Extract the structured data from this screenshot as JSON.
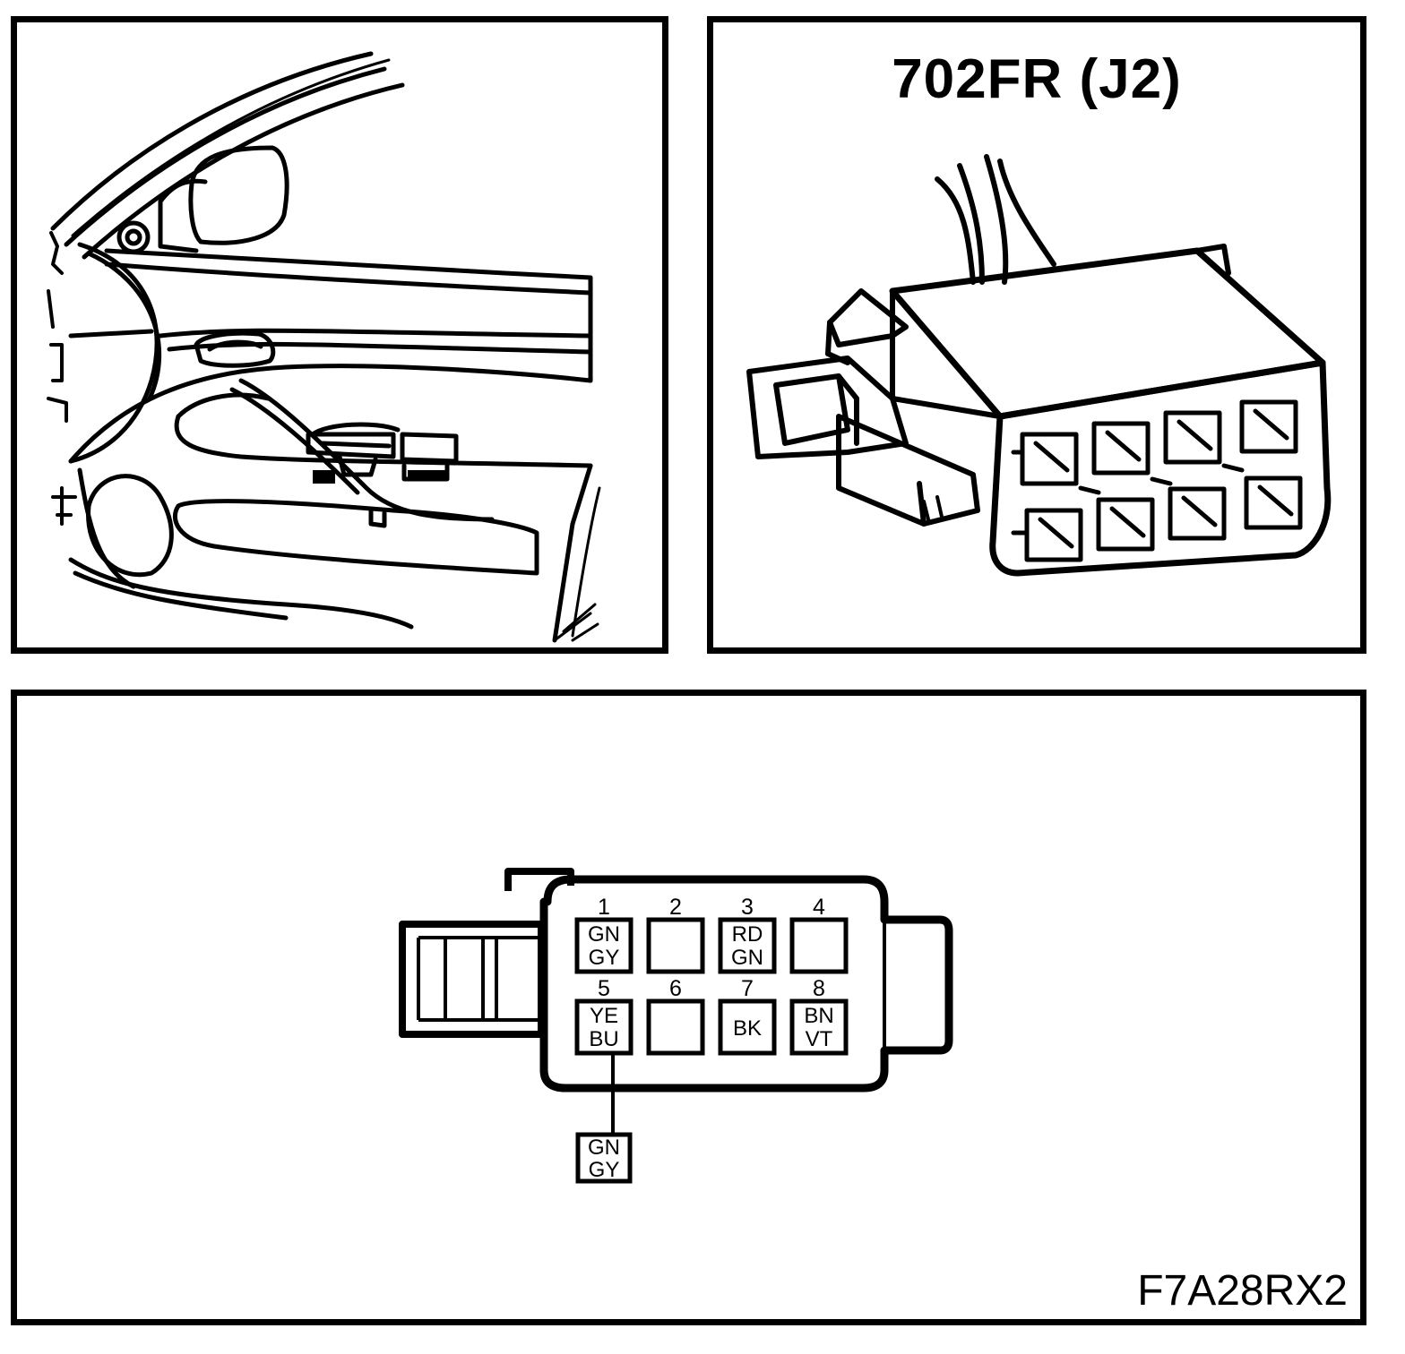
{
  "connector": {
    "title": "702FR (J2)"
  },
  "pinout": {
    "pins": [
      {
        "number": "1",
        "wire": [
          "GN",
          "GY"
        ]
      },
      {
        "number": "2",
        "wire": []
      },
      {
        "number": "3",
        "wire": [
          "RD",
          "GN"
        ]
      },
      {
        "number": "4",
        "wire": []
      },
      {
        "number": "5",
        "wire": [
          "YE",
          "BU"
        ]
      },
      {
        "number": "6",
        "wire": []
      },
      {
        "number": "7",
        "wire": [
          "BK"
        ]
      },
      {
        "number": "8",
        "wire": [
          "BN",
          "VT"
        ]
      }
    ],
    "splice": {
      "from_pin": "5",
      "wire": [
        "GN",
        "GY"
      ]
    }
  },
  "figure_id": "F7A28RX2",
  "colors": {
    "line": "#000000",
    "background": "#ffffff"
  }
}
